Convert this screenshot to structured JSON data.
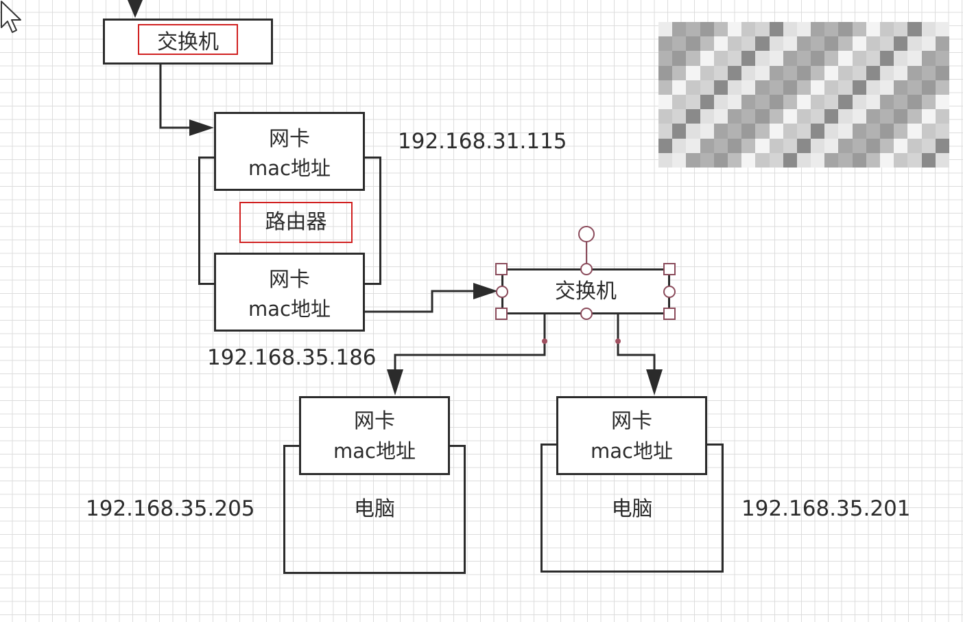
{
  "top_switch": {
    "label": "交换机"
  },
  "router": {
    "label": "路由器",
    "nic_wan": {
      "title": "网卡",
      "mac": "mac地址",
      "ip": "192.168.31.115"
    },
    "nic_lan": {
      "title": "网卡",
      "mac": "mac地址",
      "ip": "192.168.35.186"
    }
  },
  "switch2": {
    "label": "交换机"
  },
  "pc_left": {
    "label": "电脑",
    "nic": {
      "title": "网卡",
      "mac": "mac地址"
    },
    "ip": "192.168.35.205"
  },
  "pc_right": {
    "label": "电脑",
    "nic": {
      "title": "网卡",
      "mac": "mac地址"
    },
    "ip": "192.168.35.201"
  },
  "colors": {
    "stroke": "#2b2b2b",
    "highlight": "#d01f1f",
    "selection": "#8a4a5a",
    "grid": "#dcdcdc"
  }
}
